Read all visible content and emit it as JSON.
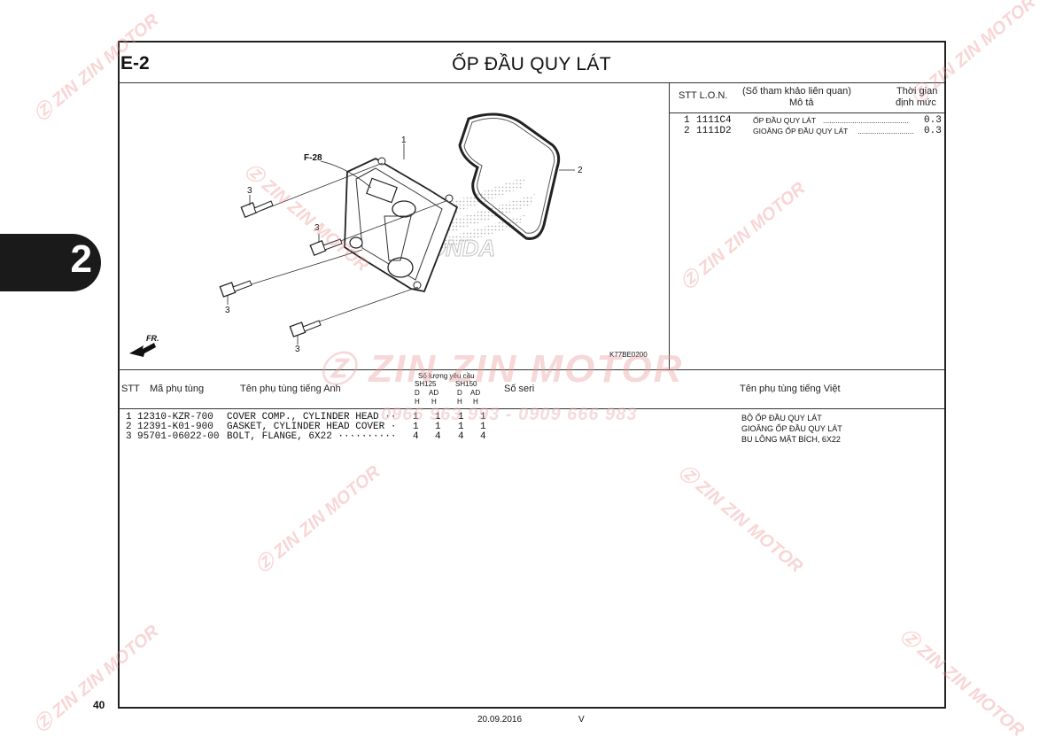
{
  "page": {
    "section_code": "E-2",
    "title": "ỐP ĐẦU QUY LÁT",
    "tab_number": "2",
    "page_number": "40",
    "date": "20.09.2016",
    "version": "V",
    "diagram_code": "K77BE0200"
  },
  "watermark": {
    "brand": "ZIN ZIN MOTOR",
    "phone": "0966 963 993 - 0909 666 983"
  },
  "diagram": {
    "ref_label": "F-28",
    "fr_label": "FR.",
    "callouts": [
      "1",
      "2",
      "3",
      "3",
      "3",
      "3"
    ]
  },
  "labor": {
    "headers": {
      "stt_lon": "STT  L.O.N.",
      "ref": "(Số tham khảo liên quan)",
      "desc": "Mô tả",
      "time": "Thời gian",
      "time2": "định mức"
    },
    "rows": [
      {
        "stt": "1",
        "lon": "1111C4",
        "desc": "ỐP ĐẦU QUY LÁT",
        "dots": ".........................................",
        "time": "0.3"
      },
      {
        "stt": "2",
        "lon": "1111D2",
        "desc": "GIOĂNG ỐP ĐẦU QUY LÁT",
        "dots": "...........................",
        "time": "0.3"
      }
    ]
  },
  "parts": {
    "headers": {
      "stt": "STT",
      "code": "Mã phụ tùng",
      "name_en": "Tên phụ tùng tiếng Anh",
      "qty_title": "Số lượng yêu cầu",
      "model1": "SH125",
      "model2": "SH150",
      "d1": "D",
      "ad1": "AD",
      "d2": "D",
      "ad2": "AD",
      "h1": "H",
      "h2": "H",
      "h3": "H",
      "h4": "H",
      "serial": "Số seri",
      "name_vn": "Tên phụ tùng tiếng Việt"
    },
    "rows": [
      {
        "stt": "1",
        "code": "12310-KZR-700",
        "name_en": "COVER COMP., CYLINDER HEAD ··",
        "q1": "1",
        "q2": "1",
        "q3": "1",
        "q4": "1",
        "name_vn": "BỘ ỐP ĐẦU QUY LÁT"
      },
      {
        "stt": "2",
        "code": "12391-K01-900",
        "name_en": "GASKET, CYLINDER HEAD COVER ·",
        "q1": "1",
        "q2": "1",
        "q3": "1",
        "q4": "1",
        "name_vn": "GIOĂNG ỐP ĐẦU QUY LÁT"
      },
      {
        "stt": "3",
        "code": "95701-06022-00",
        "name_en": "BOLT, FLANGE, 6X22 ··········",
        "q1": "4",
        "q2": "4",
        "q3": "4",
        "q4": "4",
        "name_vn": "BU LÔNG MẶT BÍCH, 6X22"
      }
    ]
  },
  "colors": {
    "watermark": "#e88888",
    "frame": "#222222",
    "tab": "#1a1a1a"
  }
}
